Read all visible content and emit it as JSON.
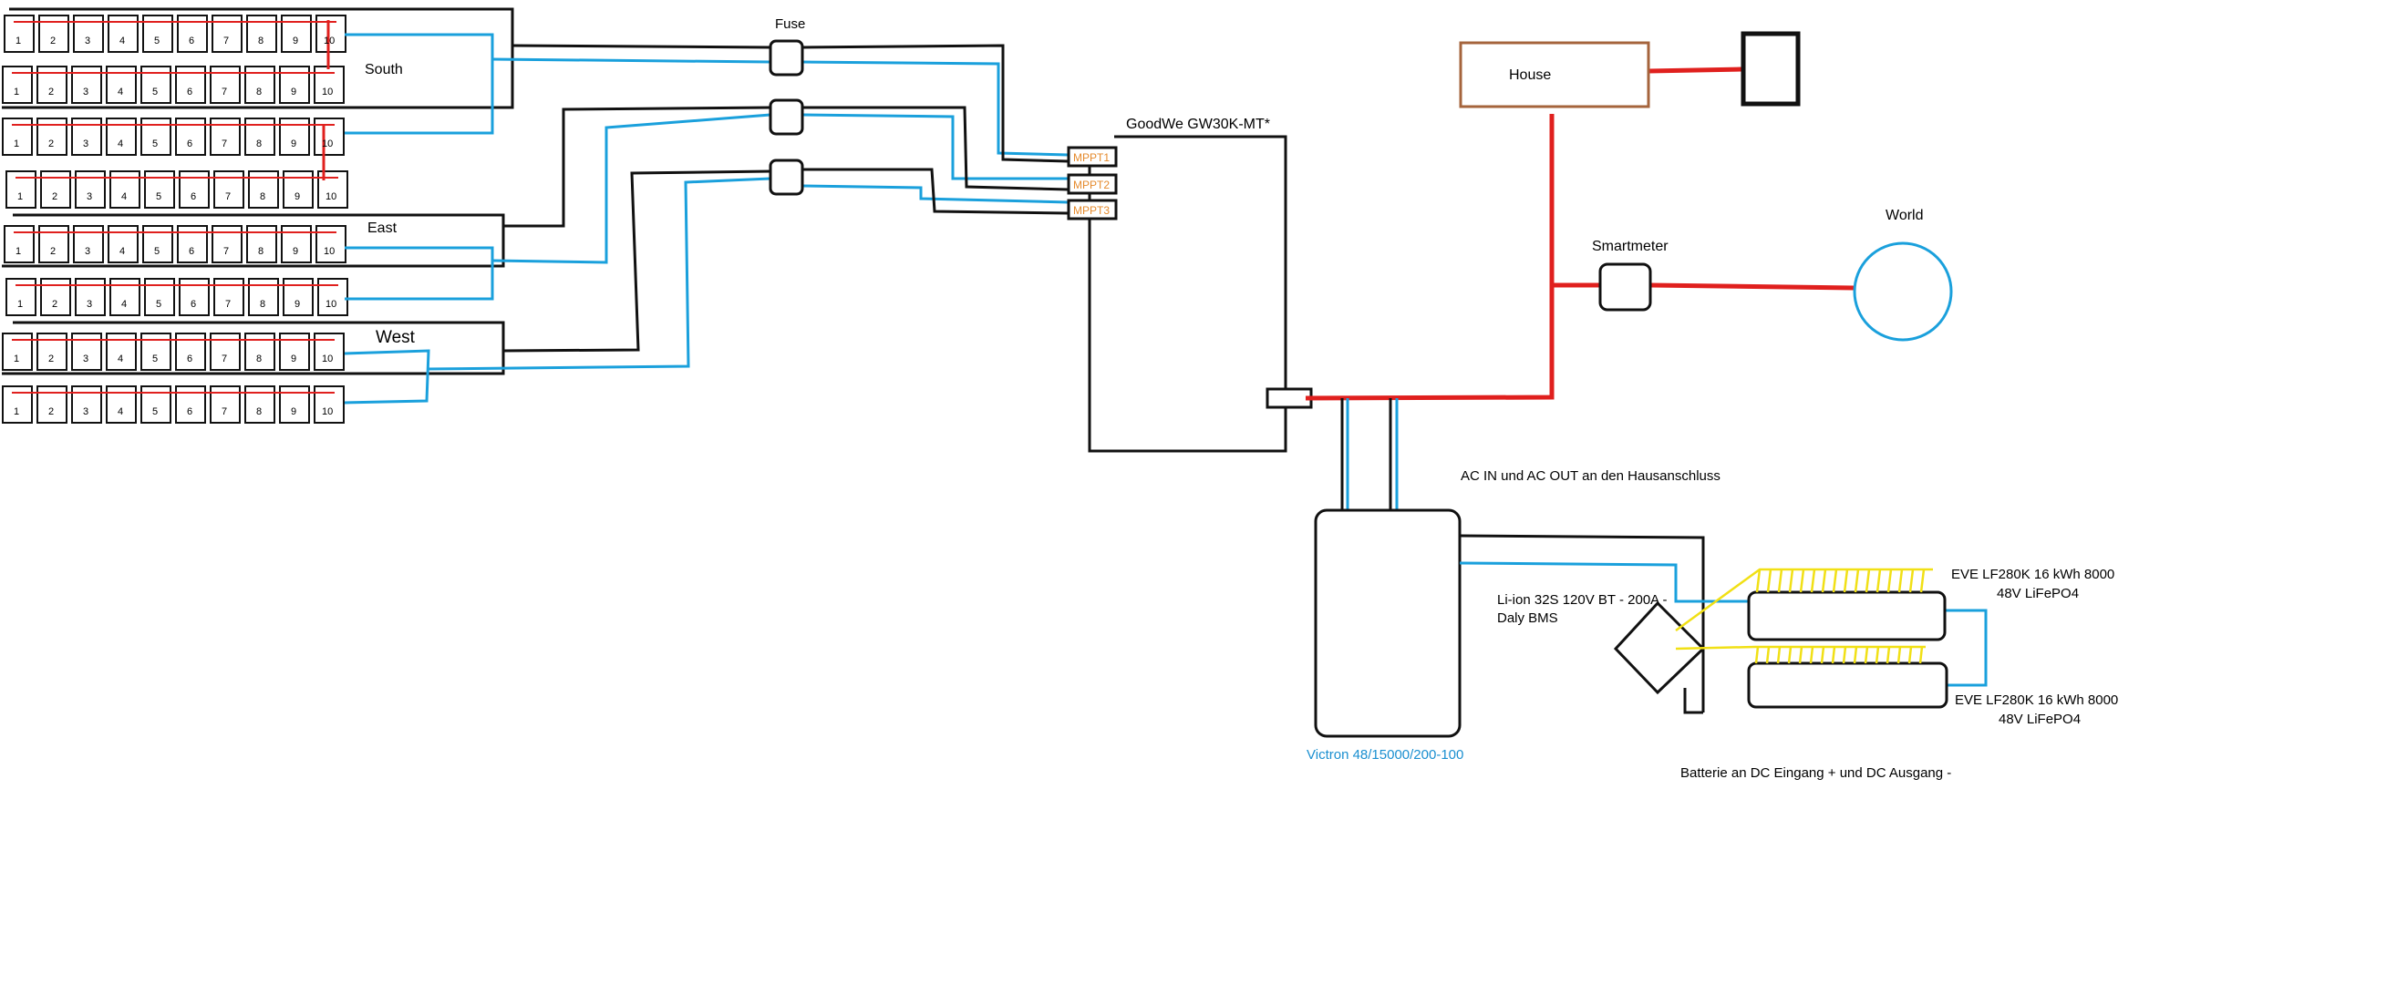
{
  "colors": {
    "wire_black": "#111111",
    "wire_blue": "#1aa0dc",
    "wire_red": "#e0201e",
    "wire_yellow": "#f1e015",
    "house_border": "#a5643c",
    "victron_label": "#1a8fd0",
    "mppt_label": "#e58a2c"
  },
  "panel_numbers": [
    "1",
    "2",
    "3",
    "4",
    "5",
    "6",
    "7",
    "8",
    "9",
    "10"
  ],
  "arrays": {
    "south": "South",
    "east": "East",
    "west": "West"
  },
  "fuse_label": "Fuse",
  "inverter": {
    "name": "GoodWe GW30K-MT*",
    "mppt": [
      "MPPT1",
      "MPPT2",
      "MPPT3"
    ]
  },
  "house_label": "House",
  "smartmeter_label": "Smartmeter",
  "world_label": "World",
  "ac_note": "AC IN und AC OUT an den Hausanschluss",
  "victron_label": "Victron 48/15000/200-100",
  "bms_label_line1": "Li-ion 32S 120V BT - 200A -",
  "bms_label_line2": "Daly BMS",
  "battery_top_line1": "EVE LF280K 16 kWh 8000",
  "battery_top_line2": "48V LiFePO4",
  "battery_bottom_line1": "EVE LF280K 16 kWh 8000",
  "battery_bottom_line2": "48V LiFePO4",
  "dc_note": "Batterie an DC Eingang + und DC Ausgang -"
}
